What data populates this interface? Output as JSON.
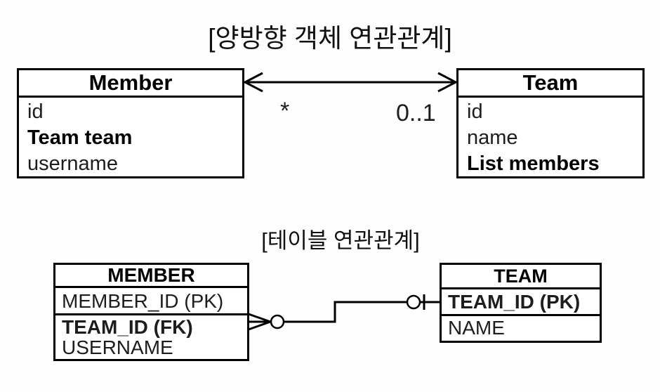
{
  "section_titles": {
    "object": "[양방향 객체 연관관계]",
    "table": "[테이블 연관관계]"
  },
  "object_diagram": {
    "member": {
      "name": "Member",
      "fields": [
        "id",
        "Team team",
        "username"
      ]
    },
    "team": {
      "name": "Team",
      "fields": [
        "id",
        "name",
        "List members"
      ]
    },
    "multiplicity": {
      "member_side": "*",
      "team_side": "0..1"
    }
  },
  "table_diagram": {
    "member": {
      "name": "MEMBER",
      "columns": [
        "MEMBER_ID (PK)",
        "TEAM_ID (FK)",
        "USERNAME"
      ]
    },
    "team": {
      "name": "TEAM",
      "columns": [
        "TEAM_ID (PK)",
        "NAME"
      ]
    }
  },
  "colors": {
    "ink": "#000000",
    "background": "#ffffff"
  }
}
